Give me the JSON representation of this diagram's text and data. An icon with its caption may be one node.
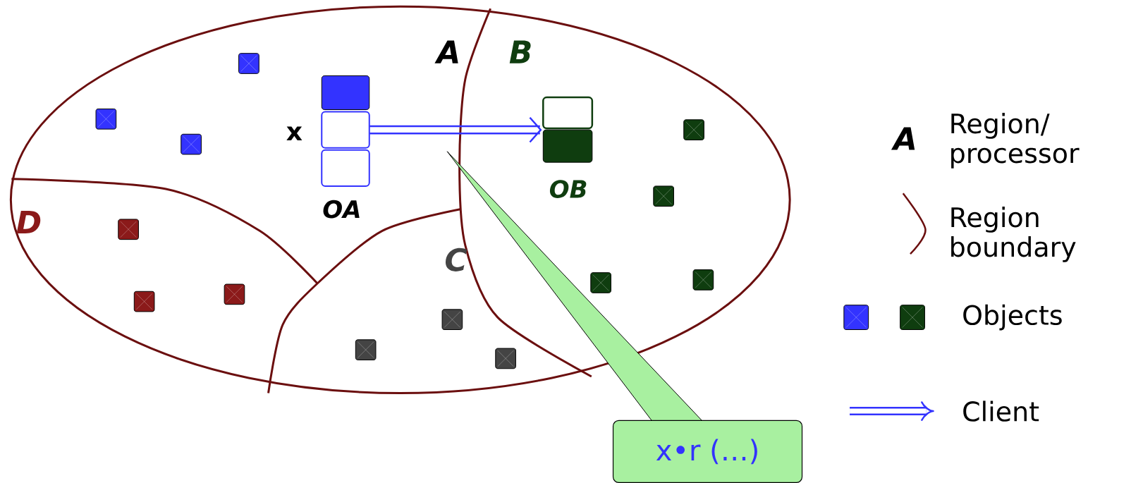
{
  "diagram": {
    "nodes": [
      {
        "text": [
          "OA"
        ],
        "beside": [
          "x"
        ]
      },
      {
        "text": [
          "OB"
        ]
      },
      {
        "text": [
          "x•r (…)"
        ]
      }
    ],
    "edges": [
      {
        "from": 0,
        "to": 1,
        "arrow": "to"
      }
    ],
    "labels": [
      "A",
      "B",
      "D",
      "C",
      "A"
    ],
    "legend": [
      {
        "text": "Region/ processor"
      },
      {
        "text": "Region boundary"
      },
      {
        "text": "Objects"
      },
      {
        "text": "Client"
      }
    ]
  }
}
